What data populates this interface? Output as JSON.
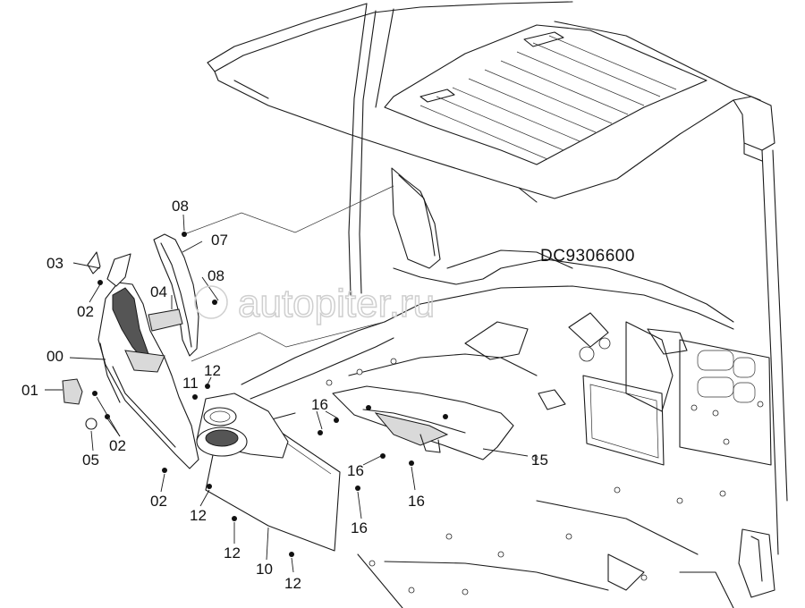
{
  "drawing_code": "DC9306600",
  "watermark": "autopiter.ru",
  "callouts": [
    {
      "id": "c-08-top",
      "label": "08"
    },
    {
      "id": "c-07",
      "label": "07"
    },
    {
      "id": "c-03",
      "label": "03"
    },
    {
      "id": "c-08-mid",
      "label": "08"
    },
    {
      "id": "c-04",
      "label": "04"
    },
    {
      "id": "c-02-a",
      "label": "02"
    },
    {
      "id": "c-00",
      "label": "00"
    },
    {
      "id": "c-12-a",
      "label": "12"
    },
    {
      "id": "c-11",
      "label": "11"
    },
    {
      "id": "c-01",
      "label": "01"
    },
    {
      "id": "c-16-a",
      "label": "16"
    },
    {
      "id": "c-02-b",
      "label": "02"
    },
    {
      "id": "c-05",
      "label": "05"
    },
    {
      "id": "c-15",
      "label": "15"
    },
    {
      "id": "c-16-b",
      "label": "16"
    },
    {
      "id": "c-02-c",
      "label": "02"
    },
    {
      "id": "c-16-c",
      "label": "16"
    },
    {
      "id": "c-12-b",
      "label": "12"
    },
    {
      "id": "c-16-d",
      "label": "16"
    },
    {
      "id": "c-12-c",
      "label": "12"
    },
    {
      "id": "c-10",
      "label": "10"
    },
    {
      "id": "c-12-d",
      "label": "12"
    }
  ]
}
